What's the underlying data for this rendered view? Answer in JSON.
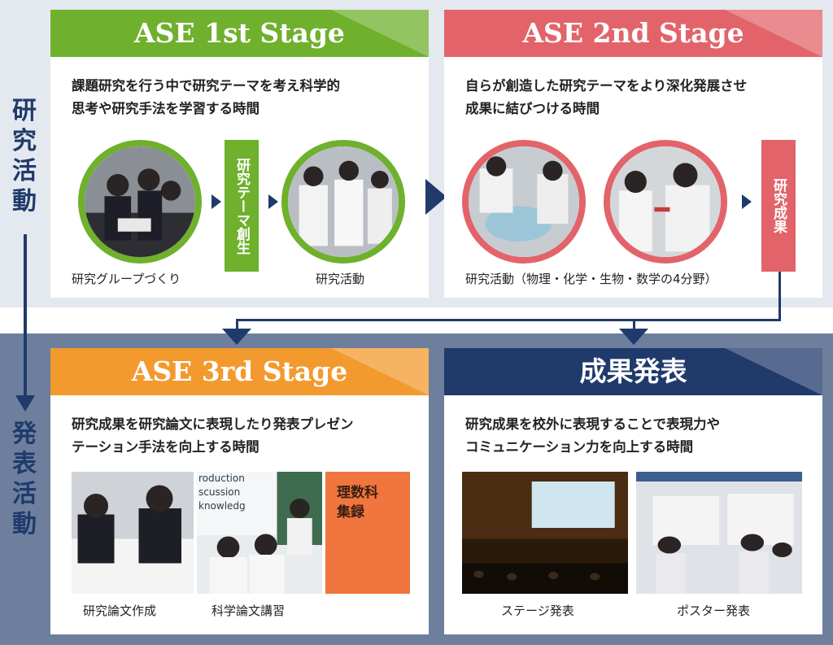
{
  "side": {
    "research_label": "研究活動",
    "presentation_label": "発表活動"
  },
  "stage1": {
    "title": "ASE 1st Stage",
    "desc_line1": "課題研究を行う中で研究テーマを考え科学的",
    "desc_line2": "思考や研究手法を学習する時間",
    "caption_group": "研究グループづくり",
    "vertical_box": "研究テーマ創生",
    "caption_activity": "研究活動",
    "color": "#6fb02d"
  },
  "stage2": {
    "title": "ASE 2nd Stage",
    "desc_line1": "自らが創造した研究テーマをより深化発展させ",
    "desc_line2": "成果に結びつける時間",
    "caption_activity": "研究活動（物理・化学・生物・数学の4分野）",
    "vertical_box": "研究成果",
    "color": "#e2646a"
  },
  "stage3": {
    "title": "ASE 3rd Stage",
    "desc_line1": "研究成果を研究論文に表現したり発表プレゼン",
    "desc_line2": "テーション手法を向上する時間",
    "caption_paper": "研究論文作成",
    "caption_lecture": "科学論文講習",
    "slide_line1": "roduction",
    "slide_line2": "scussion",
    "slide_line3": "knowledg",
    "booklet_title1": "理数科",
    "booklet_title2": "集録",
    "color": "#f39a2e"
  },
  "results": {
    "title": "成果発表",
    "desc_line1": "研究成果を校外に表現することで表現力や",
    "desc_line2": "コミュニケーション力を向上する時間",
    "caption_stage": "ステージ発表",
    "caption_poster": "ポスター発表",
    "color": "#1f3a6b"
  }
}
